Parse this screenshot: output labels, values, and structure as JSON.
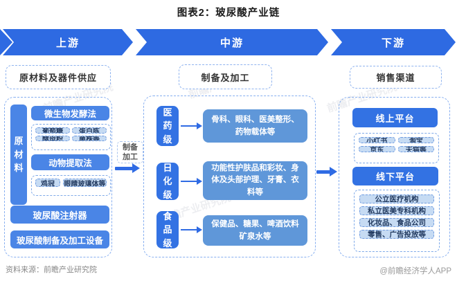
{
  "title": "图表2：玻尿酸产业链",
  "banner": {
    "segments": [
      {
        "label": "上游"
      },
      {
        "label": "中游"
      },
      {
        "label": "下游"
      }
    ]
  },
  "upstream": {
    "header": "原材料及器件供应",
    "raw_material_label": "原材料",
    "fermentation": {
      "label": "微生物发酵法",
      "items": [
        "葡萄糖",
        "蛋白胨",
        "酵母粉",
        "菌株等"
      ]
    },
    "animal_extraction": {
      "label": "动物提取法",
      "items": [
        "鸡冠",
        "眼睛玻璃体等"
      ]
    },
    "syringe_label": "玻尿酸注射器",
    "equipment_label": "玻尿酸制备及加工设备"
  },
  "connector": {
    "line1": "制备",
    "line2": "加工"
  },
  "midstream": {
    "header": "制备及加工",
    "rows": [
      {
        "grade": "医药级",
        "applications": "骨科、眼科、医美整形、药物载体等"
      },
      {
        "grade": "日化级",
        "applications": "功能性护肤品和彩妆、身体及头部护理、牙膏、衣料等"
      },
      {
        "grade": "食品级",
        "applications": "保健品、糖果、啤酒饮料矿泉水等"
      }
    ]
  },
  "downstream": {
    "header": "销售渠道",
    "online": {
      "label": "线上平台",
      "items": [
        "小红书",
        "淘宝",
        "京东",
        "天猫等"
      ]
    },
    "offline": {
      "label": "线下平台",
      "items": [
        "公立医疗机构",
        "私立医美专科机构",
        "化妆品、食品公司",
        "零售、广告投放等"
      ]
    }
  },
  "footer": {
    "source": "资料来源：前瞻产业研究院",
    "credit": "@前瞻经济学人APP"
  },
  "watermark": "前瞻产业研究院",
  "colors": {
    "banner_blue": "#2e6ae2",
    "box_blue": "#4a85e6",
    "bright_blue": "#3372e3",
    "muted_blue": "#5f97d9",
    "chip_bg": "#c6dbf3",
    "dash_border": "#86aef0",
    "arrow_blue": "#2f6be4"
  }
}
